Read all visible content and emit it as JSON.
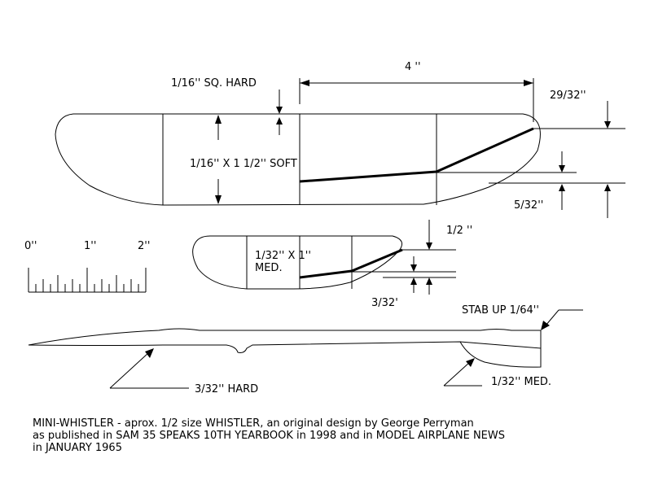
{
  "dimensions": {
    "span": "4 ''",
    "spar": "1/16'' SQ. HARD",
    "rib_stock": "1/16'' X 1 1/2'' SOFT",
    "tip_rise": "29/32''",
    "tip_offset": "5/32''",
    "stab_stock": "1/32'' X 1''",
    "stab_grade": "MED.",
    "stab_rise": "1/2 ''",
    "stab_offset": "3/32'",
    "stab_incidence": "STAB UP 1/64''",
    "fuselage": "3/32'' HARD",
    "fin": "1/32'' MED."
  },
  "scale": {
    "labels": [
      "0''",
      "1''",
      "2''"
    ]
  },
  "caption": {
    "line1": "MINI-WHISTLER - aprox. 1/2 size WHISTLER, an original design by George Perryman",
    "line2": "as published in SAM 35 SPEAKS 10TH YEARBOOK in 1998 and in MODEL AIRPLANE NEWS",
    "line3": "in JANUARY 1965"
  }
}
